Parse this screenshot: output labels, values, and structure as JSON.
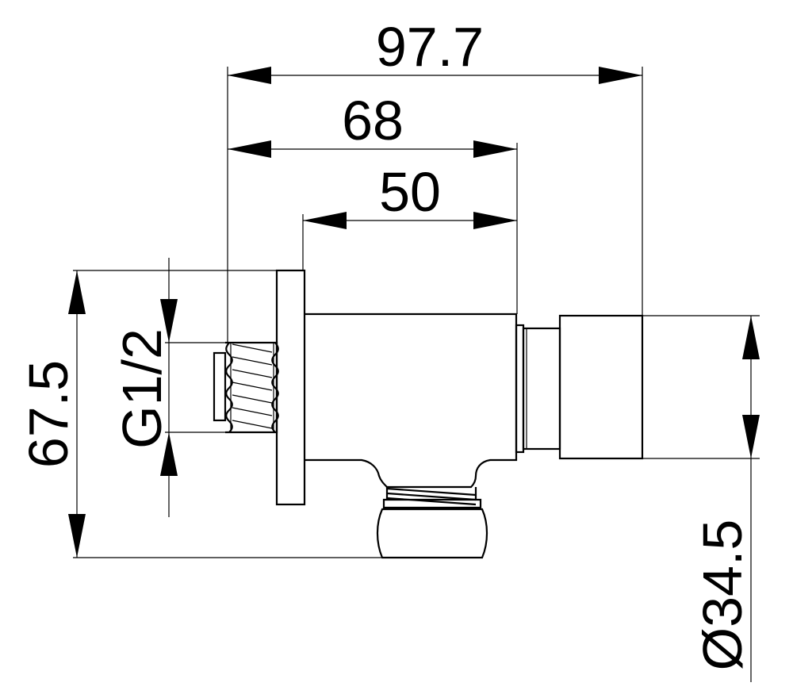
{
  "dimensions": {
    "overall_length": "97.7",
    "length_to_outlet": "68",
    "body_length": "50",
    "height": "67.5",
    "thread": "G1/2",
    "outlet_diameter": "Ø34.5"
  },
  "colors": {
    "line": "#000000",
    "background": "#ffffff"
  }
}
